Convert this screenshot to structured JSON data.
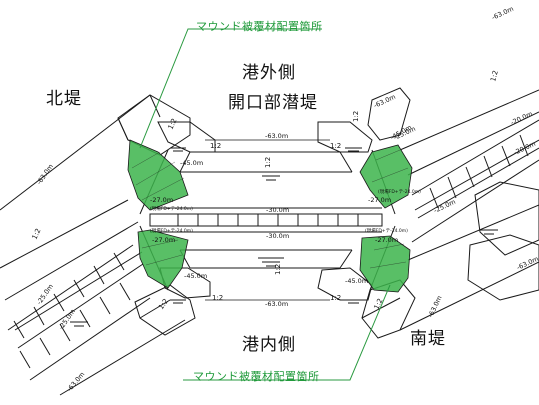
{
  "labels": {
    "port_outer": "港外側",
    "opening_submerged": "開口部潜堤",
    "north_breakwater": "北堤",
    "port_inner": "港内側",
    "south_breakwater": "南堤",
    "mound_cover_top": "マウンド被覆材配置箇所",
    "mound_cover_bottom": "マウンド被覆材配置箇所"
  },
  "depths": {
    "top_channel": "-63.0m",
    "crest_top": "-30.0m",
    "crest_bottom": "-30.0m",
    "bottom_channel": "-63.0m",
    "left_upper_inner": "-27.0m",
    "left_upper_dim": "(現場FD+テ-24.0m)",
    "left_lower_dim": "(現場FD+テ-24.0m)",
    "left_lower_inner": "-27.0m",
    "right_upper_inner": "-27.0m",
    "right_upper_dim": "(現場FD+テ-24.0m)",
    "right_lower_dim": "(現場FD+テ-24.0m)",
    "right_lower_inner": "-27.0m",
    "left_upper_45": "-45.0m",
    "left_lower_45": "-45.0m",
    "right_lower_45": "-45.0m",
    "right_upper_45": "-45.0m",
    "north_outer": "-63.0m",
    "north_mid_upper": "-25.0m",
    "north_mid_lower": "-25.0m",
    "north_inner": "-63.0m",
    "south_outer_top": "-63.0m",
    "south_outer_mid": "-63.0m",
    "south_mid_upper": "-25.0m",
    "south_mid_lower": "-20.0m",
    "south_mid_lower2": "-20.0m",
    "south_mid_lower3": "-25.0m",
    "south_inner_right": "-63.0m",
    "south_inner_bottom": "-63.0m"
  },
  "slopes": {
    "s1": "1:2",
    "s2": "1:2",
    "s3": "1:2",
    "s4": "1:2",
    "s5": "1:2",
    "s6": "1:2",
    "s7": "1:2",
    "s8": "1:2",
    "s9": "1:2",
    "s10": "1:2",
    "s11": "1:2",
    "s12": "1:2"
  },
  "colors": {
    "line": "#1a1a1a",
    "mound_fill": "#3cb44b",
    "leader": "#2a9a40",
    "label_green": "#1f9a3a"
  }
}
